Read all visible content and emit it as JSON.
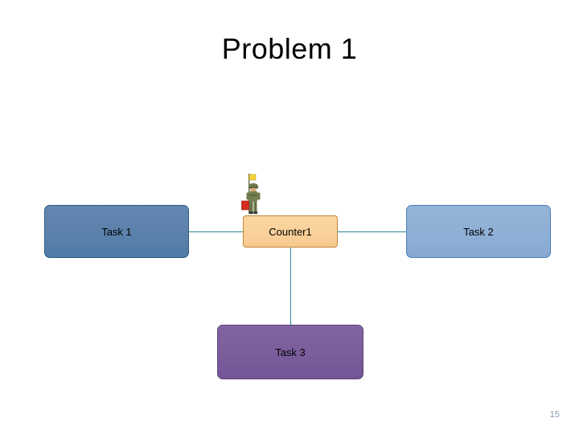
{
  "slide": {
    "title": "Problem 1",
    "page_number": "15",
    "colors": {
      "connector": "#31859c",
      "task1_fill": "#5c82ac",
      "task1_border": "#2f5b84",
      "task2_fill": "#95b3d7",
      "task2_border": "#4a7ebb",
      "counter_fill": "#fad099",
      "counter_border": "#c0883c",
      "task3_fill": "#7b5f9d",
      "task3_border": "#5f497a",
      "page_number_color": "#8496b0"
    }
  },
  "diagram": {
    "nodes": [
      {
        "id": "task1",
        "label": "Task 1"
      },
      {
        "id": "counter1",
        "label": "Counter1"
      },
      {
        "id": "task2",
        "label": "Task 2"
      },
      {
        "id": "task3",
        "label": "Task 3"
      }
    ],
    "edges": [
      {
        "from": "task1",
        "to": "counter1"
      },
      {
        "from": "counter1",
        "to": "task2"
      },
      {
        "from": "counter1",
        "to": "task3"
      }
    ],
    "clipart": {
      "name": "soldier-figure",
      "description": "small cartoon soldier holding a red flag"
    }
  }
}
